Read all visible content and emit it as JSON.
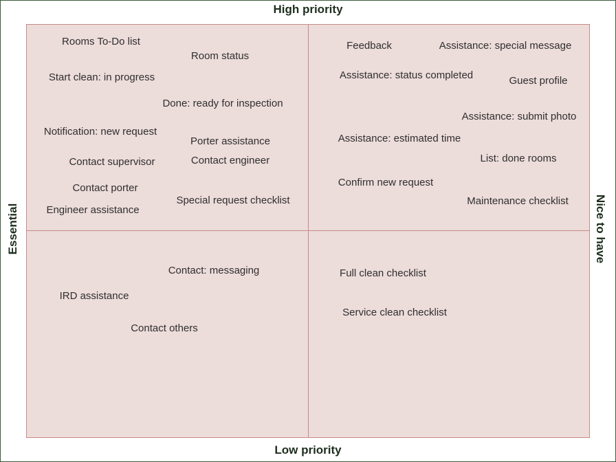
{
  "axes": {
    "top": "High priority",
    "bottom": "Low priority",
    "left": "Essential",
    "right": "Nice to have"
  },
  "quadrants": {
    "high_essential": [
      "Rooms To-Do list",
      "Room status",
      "Start clean: in progress",
      "Done: ready for inspection",
      "Notification: new request",
      "Porter assistance",
      "Contact supervisor",
      "Contact engineer",
      "Contact porter",
      "Special request checklist",
      "Engineer assistance"
    ],
    "high_nice": [
      "Feedback",
      "Assistance: special message",
      "Assistance: status completed",
      "Guest profile",
      "Assistance: submit photo",
      "Assistance: estimated time",
      "List: done rooms",
      "Confirm new request",
      "Maintenance checklist"
    ],
    "low_essential": [
      "Contact: messaging",
      "IRD assistance",
      "Contact others"
    ],
    "low_nice": [
      "Full clean checklist",
      "Service clean checklist"
    ]
  }
}
